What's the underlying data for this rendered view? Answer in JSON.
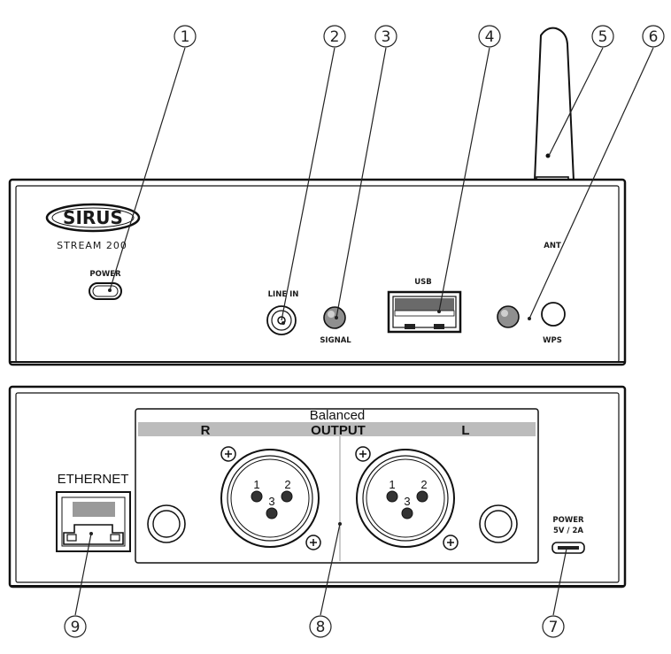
{
  "front_panel": {
    "brand": "SIRUS",
    "model": "STREAM 200",
    "power_label": "POWER",
    "line_in_label": "LINE IN",
    "signal_label": "SIGNAL",
    "usb_label": "USB",
    "wps_label": "WPS",
    "antenna_label": "ANT"
  },
  "rear_panel": {
    "ethernet_label": "ETHERNET",
    "balanced_label": "Balanced",
    "output_label": "OUTPUT",
    "right_label": "R",
    "left_label": "L",
    "xlr_pins": [
      "1",
      "2",
      "3"
    ],
    "power_label": "POWER",
    "power_rating": "5V / 2A"
  },
  "callouts": [
    "1",
    "2",
    "3",
    "4",
    "5",
    "6",
    "7",
    "8",
    "9"
  ]
}
